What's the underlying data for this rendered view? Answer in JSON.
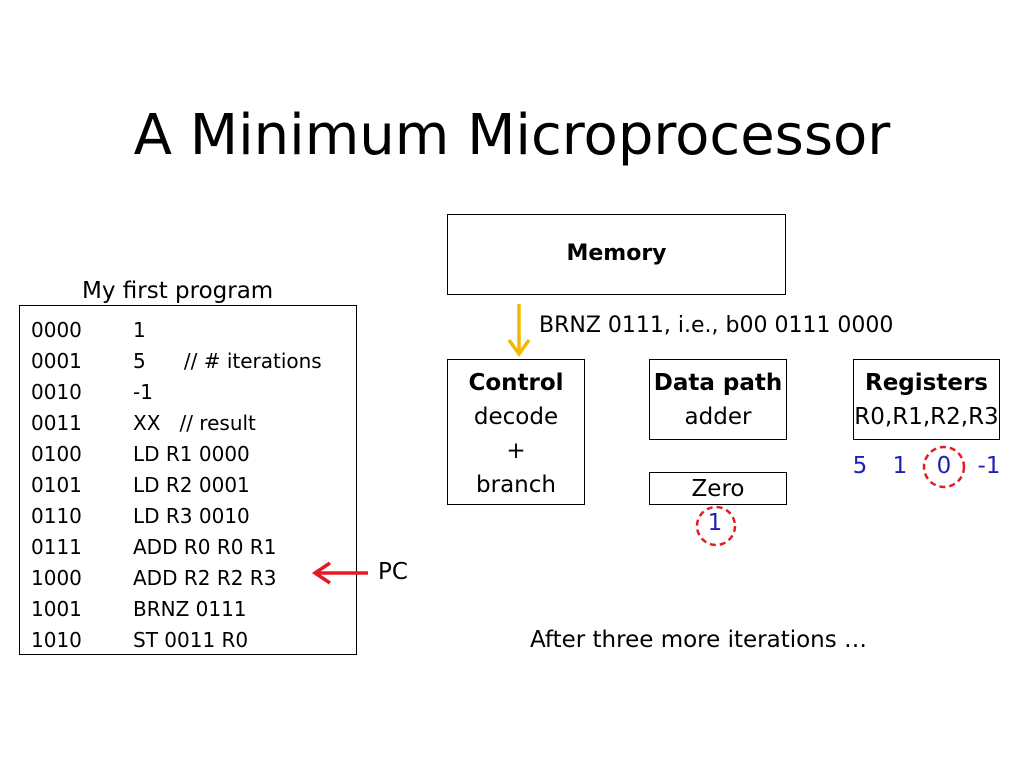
{
  "slide": {
    "title": "A Minimum Microprocessor"
  },
  "program": {
    "caption": "My first program",
    "rows": [
      {
        "addr": "0000",
        "instr": "1"
      },
      {
        "addr": "0001",
        "instr": "5      // # iterations"
      },
      {
        "addr": "0010",
        "instr": "-1"
      },
      {
        "addr": "0011",
        "instr": "XX   // result"
      },
      {
        "addr": "0100",
        "instr": "LD R1 0000"
      },
      {
        "addr": "0101",
        "instr": "LD R2 0001"
      },
      {
        "addr": "0110",
        "instr": "LD R3 0010"
      },
      {
        "addr": "0111",
        "instr": "ADD R0 R0 R1"
      },
      {
        "addr": "1000",
        "instr": "ADD R2 R2 R3"
      },
      {
        "addr": "1001",
        "instr": "BRNZ 0111"
      },
      {
        "addr": "1010",
        "instr": "ST 0011 R0"
      }
    ],
    "pc_label": "PC",
    "pc_row_index": 8
  },
  "memory": {
    "label": "Memory",
    "fetched": "BRNZ 0111, i.e., b00 0111 0000"
  },
  "control": {
    "title": "Control",
    "line1": "decode",
    "line2": "+",
    "line3": "branch"
  },
  "datapath": {
    "title": "Data path",
    "line1": "adder"
  },
  "registers": {
    "title": "Registers",
    "names": "R0,R1,R2,R3",
    "values": [
      "5",
      "1",
      "0",
      "-1"
    ],
    "highlighted_index": 2
  },
  "zero_flag": {
    "label": "Zero",
    "value": "1"
  },
  "footer": {
    "note": "After three more iterations …"
  },
  "colors": {
    "value_text": "#1f1fb4",
    "pc_arrow": "#e31b23",
    "highlight_circle": "#e31b23",
    "fetch_arrow": "#f5b800"
  }
}
